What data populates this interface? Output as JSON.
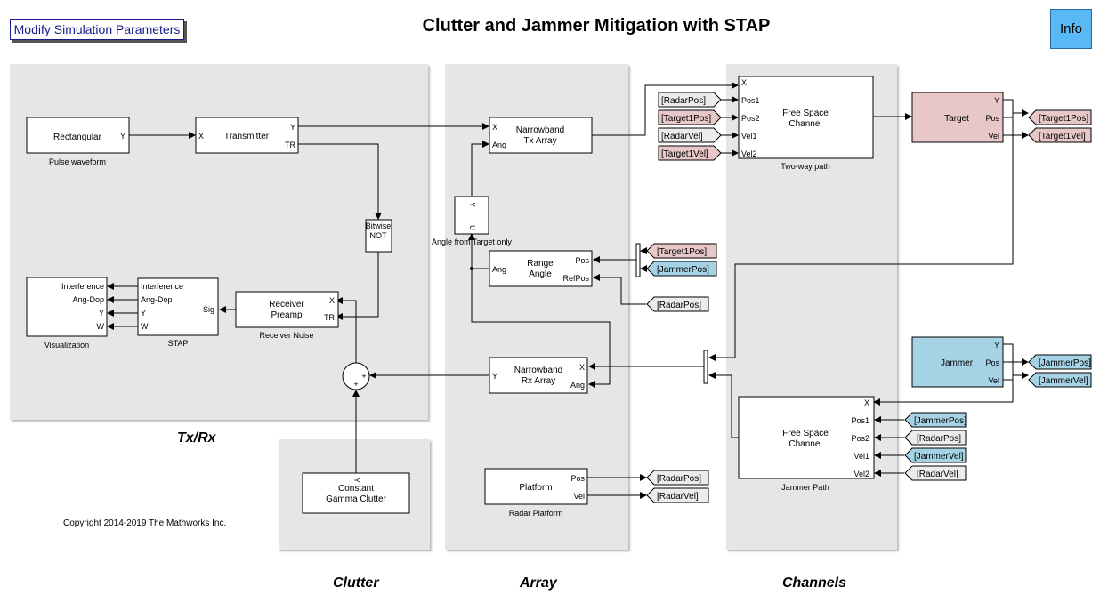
{
  "title": "Clutter and Jammer Mitigation with STAP",
  "buttons": {
    "modify": "Modify Simulation Parameters",
    "info": "Info"
  },
  "copyright": "Copyright 2014-2019 The Mathworks Inc.",
  "areas": {
    "txrx": "Tx/Rx",
    "clutter": "Clutter",
    "array": "Array",
    "channels": "Channels"
  },
  "blocks": {
    "rectangular": {
      "name": "Rectangular",
      "caption": "Pulse waveform",
      "out": "Y"
    },
    "transmitter": {
      "name": "Transmitter",
      "in": "X",
      "out1": "Y",
      "out2": "TR"
    },
    "bitwise": {
      "l1": "Bitwise",
      "l2": "NOT"
    },
    "receiver": {
      "l1": "Receiver",
      "l2": "Preamp",
      "caption": "Receiver Noise",
      "in1": "X",
      "in2": "TR"
    },
    "stap": {
      "caption": "STAP",
      "in": [
        "Interference",
        "Ang-Dop",
        "Y",
        "W"
      ],
      "out": "Sig"
    },
    "visualization": {
      "caption": "Visualization",
      "in": [
        "Interference",
        "Ang-Dop",
        "Y",
        "W"
      ]
    },
    "clutter": {
      "l1": "Constant",
      "l2": "Gamma Clutter",
      "port": "Y"
    },
    "txarray": {
      "l1": "Narrowband",
      "l2": "Tx Array",
      "in1": "X",
      "in2": "Ang"
    },
    "selector": {
      "caption": "Angle from Target only",
      "in": "U",
      "out": "Y"
    },
    "rangeangle": {
      "l1": "Range",
      "l2": "Angle",
      "out": "Ang",
      "in1": "Pos",
      "in2": "RefPos"
    },
    "rxarray": {
      "l1": "Narrowband",
      "l2": "Rx Array",
      "out": "Y",
      "in1": "X",
      "in2": "Ang"
    },
    "platform": {
      "name": "Platform",
      "caption": "Radar Platform",
      "out1": "Pos",
      "out2": "Vel"
    },
    "twoway": {
      "l1": "Free Space",
      "l2": "Channel",
      "caption": "Two-way path",
      "in": [
        "X",
        "Pos1",
        "Pos2",
        "Vel1",
        "Vel2"
      ]
    },
    "target": {
      "name": "Target",
      "in": "Y",
      "out1": "Pos",
      "out2": "Vel"
    },
    "jammer": {
      "name": "Jammer",
      "in": "Y",
      "out1": "Pos",
      "out2": "Vel"
    },
    "jammerpath": {
      "l1": "Free Space",
      "l2": "Channel",
      "caption": "Jammer Path",
      "out": "X",
      "in": [
        "Pos1",
        "Pos2",
        "Vel1",
        "Vel2"
      ]
    }
  },
  "tags": {
    "radarpos": "[RadarPos]",
    "target1pos": "[Target1Pos]",
    "radarvel": "[RadarVel]",
    "target1vel": "[Target1Vel]",
    "jammerpos": "[JammerPos]",
    "jammervel": "[JammerVel]"
  },
  "colors": {
    "area": "#e6e6e6",
    "target": "#e7c7c7",
    "jammer": "#a6d2e6",
    "info": "#59b9f5",
    "tag_plain": "#ececec"
  }
}
